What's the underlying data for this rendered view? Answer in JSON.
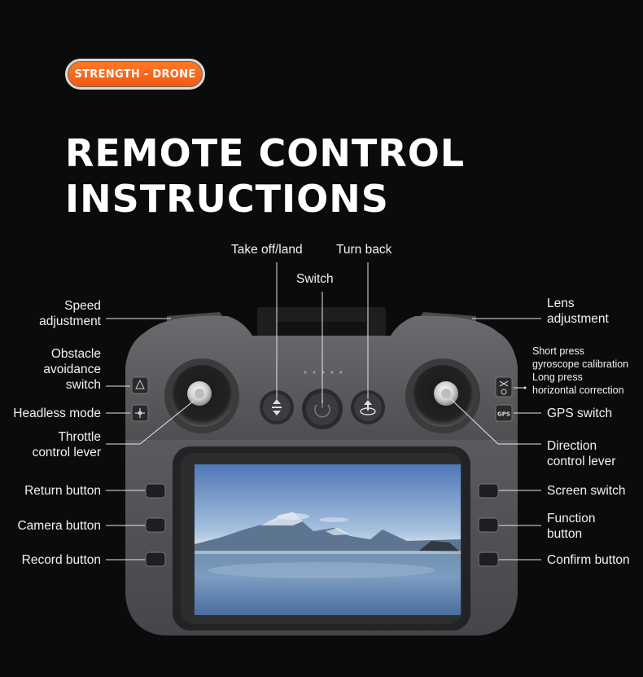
{
  "badge": "STRENGTH - DRONE",
  "title": {
    "line1": "REMOTE CONTROL",
    "line2": "INSTRUCTIONS"
  },
  "labels": {
    "take_off": "Take off/land",
    "turn_back": "Turn back",
    "switch": "Switch",
    "speed": [
      "Speed",
      "adjustment"
    ],
    "lens": [
      "Lens",
      "adjustment"
    ],
    "obstacle": [
      "Obstacle",
      "avoidance",
      "switch"
    ],
    "gyro": [
      "Short press",
      "gyroscope calibration",
      "Long press",
      "horizontal correction"
    ],
    "headless": "Headless mode",
    "gps": "GPS switch",
    "throttle": [
      "Throttle",
      "control lever"
    ],
    "direction": [
      "Direction",
      "control lever"
    ],
    "return": "Return button",
    "screen": "Screen switch",
    "camera": "Camera button",
    "function": [
      "Function",
      "button"
    ],
    "record": "Record button",
    "confirm": "Confirm button"
  },
  "icons": {
    "gps_key": "GPS"
  },
  "colors": {
    "badge": "#f25a10",
    "body": "#58595b",
    "background": "#0b0b0b"
  }
}
